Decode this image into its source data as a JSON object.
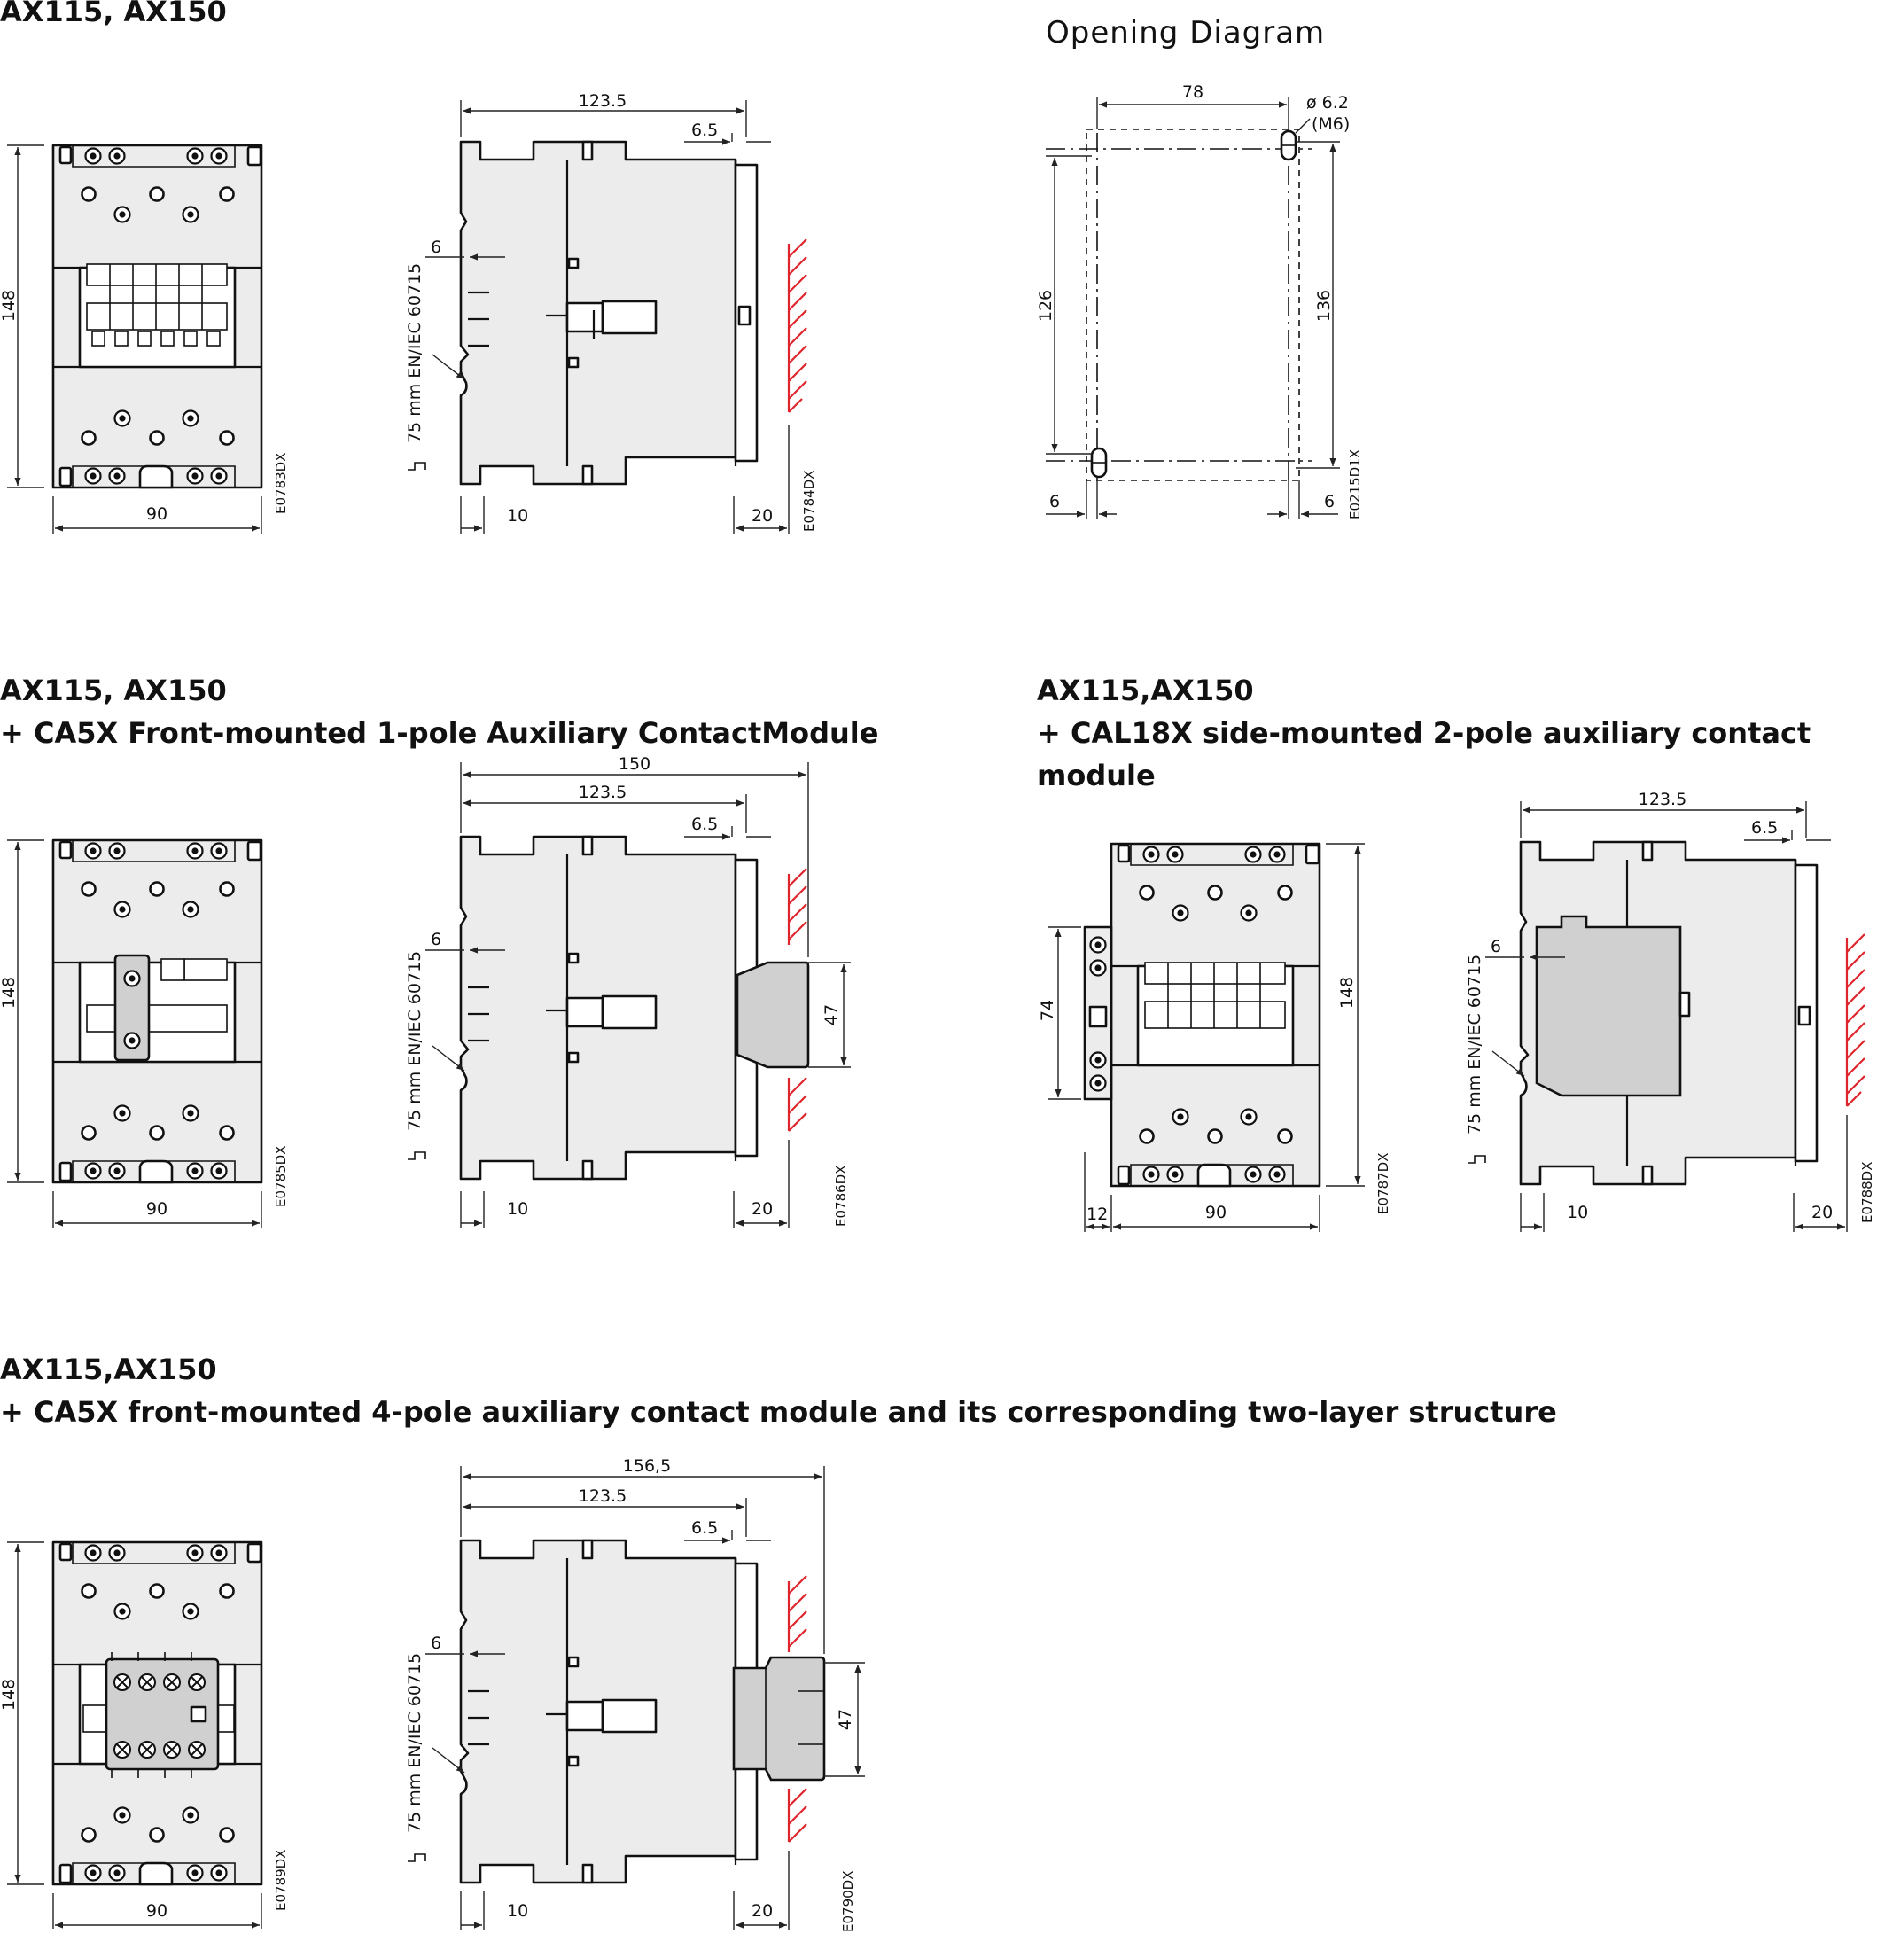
{
  "titles": {
    "sec1": "AX115, AX150",
    "sec1_right": "Opening Diagram",
    "sec2_line1": "AX115, AX150",
    "sec2_line2": "+ CA5X Front-mounted 1-pole Auxiliary ContactModule",
    "sec3_line1": "AX115,AX150",
    "sec3_line2": "+ CAL18X side-mounted 2-pole auxiliary contact",
    "sec3_line3": "module",
    "sec4_line1": "AX115,AX150",
    "sec4_line2": "+ CA5X front-mounted 4-pole auxiliary contact module and its corresponding two-layer structure"
  },
  "drawing_codes": {
    "front1": "E0783DX",
    "side1": "E0784DX",
    "opening": "E0215D1X",
    "front2": "E0785DX",
    "side2": "E0786DX",
    "front3": "E0787DX",
    "side3": "E0788DX",
    "front4": "E0789DX",
    "side4": "E0790DX"
  },
  "dimensions": {
    "height": "148",
    "width": "90",
    "depth": "123.5",
    "depth_ca5x_1pole": "150",
    "depth_ca5x_4pole": "156,5",
    "offset_rear": "6.5",
    "rail_offset": "6",
    "rail_bottom": "10",
    "wall_clearance": "20",
    "module_height": "47",
    "side_module_height": "74",
    "side_module_width": "12",
    "rail_label": "75 mm EN/IEC 60715",
    "opening_width": "78",
    "opening_hole_dia": "ø  6.2",
    "opening_hole_thread": "(M6)",
    "opening_h1": "126",
    "opening_h2": "136",
    "opening_margin_left": "6",
    "opening_margin_right": "6"
  },
  "colors": {
    "body_fill": "#ececec",
    "module_fill": "#d0d0d0",
    "wall_hatch": "#e0242c",
    "line": "#111111"
  }
}
